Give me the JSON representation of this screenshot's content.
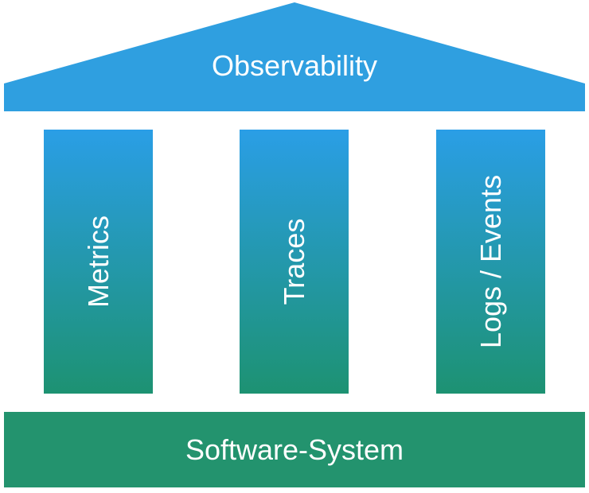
{
  "roof": {
    "label": "Observability",
    "color": "#2f9fe0"
  },
  "pillars": [
    {
      "label": "Metrics"
    },
    {
      "label": "Traces"
    },
    {
      "label": "Logs / Events"
    }
  ],
  "pillar_gradient": {
    "top": "#2a9ee6",
    "bottom": "#1d9272"
  },
  "base": {
    "label": "Software-System",
    "color": "#23936e"
  }
}
